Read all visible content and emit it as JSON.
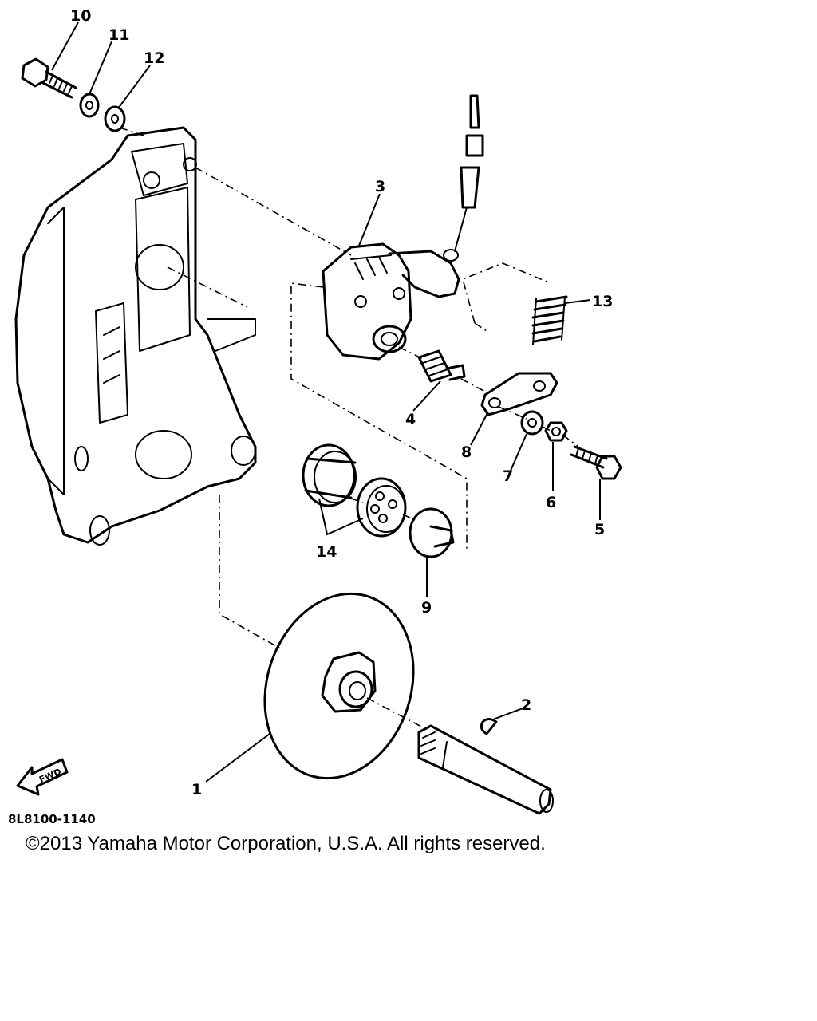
{
  "diagram": {
    "callouts": [
      {
        "id": "c1",
        "label": "1"
      },
      {
        "id": "c2",
        "label": "2"
      },
      {
        "id": "c3",
        "label": "3"
      },
      {
        "id": "c4",
        "label": "4"
      },
      {
        "id": "c5",
        "label": "5"
      },
      {
        "id": "c6",
        "label": "6"
      },
      {
        "id": "c7",
        "label": "7"
      },
      {
        "id": "c8",
        "label": "8"
      },
      {
        "id": "c9",
        "label": "9"
      },
      {
        "id": "c10",
        "label": "10"
      },
      {
        "id": "c11",
        "label": "11"
      },
      {
        "id": "c12",
        "label": "12"
      },
      {
        "id": "c13",
        "label": "13"
      },
      {
        "id": "c14",
        "label": "14"
      }
    ],
    "fwd_arrow_label": "FWD",
    "drawing_ref": "8L8100-1140"
  },
  "footer": {
    "copyright": "©2013 Yamaha Motor Corporation, U.S.A. All rights reserved."
  }
}
